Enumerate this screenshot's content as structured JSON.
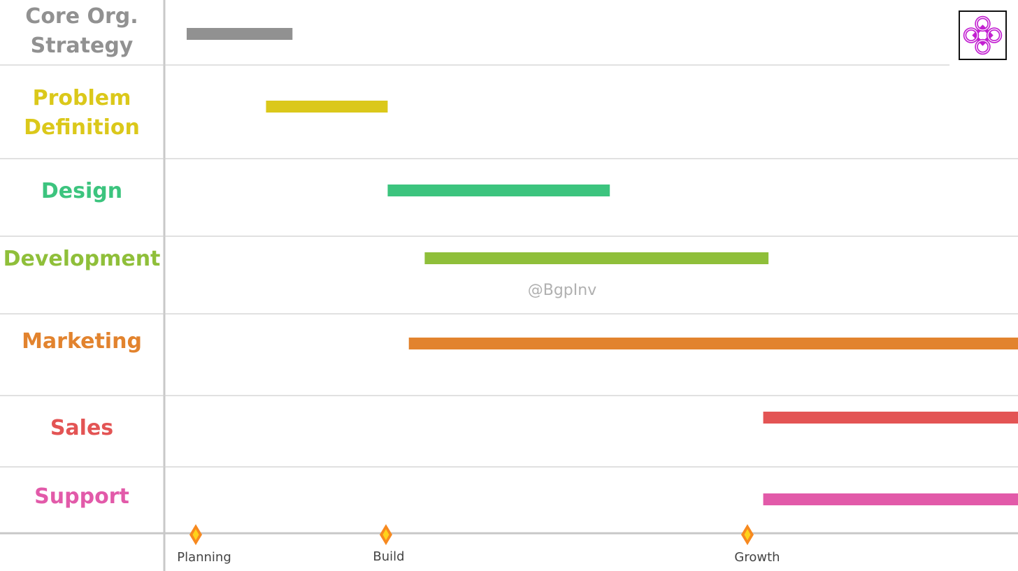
{
  "lanes": [
    {
      "label": "Core Org.\nStrategy",
      "color": "#919191",
      "start": 0.0,
      "end": 1.0
    },
    {
      "label": "Problem\nDefinition",
      "color": "#dbc81a",
      "start": 0.75,
      "end": 1.9
    },
    {
      "label": "Design",
      "color": "#3cc47e",
      "start": 1.9,
      "end": 4.0
    },
    {
      "label": "Development",
      "color": "#8fbf3a",
      "start": 2.25,
      "end": 5.5
    },
    {
      "label": "Marketing",
      "color": "#e2832e",
      "start": 2.1,
      "end": 8.0
    },
    {
      "label": "Sales",
      "color": "#e35454",
      "start": 5.45,
      "end": 8.0
    },
    {
      "label": "Support",
      "color": "#e25aa9",
      "start": 5.45,
      "end": 8.0
    }
  ],
  "milestones": [
    {
      "label": "Planning",
      "color": "#f7891f"
    },
    {
      "label": "Build",
      "color": "#f7891f"
    },
    {
      "label": "Growth",
      "color": "#f7891f"
    }
  ],
  "watermark": "@BgpInv",
  "logo": {
    "icon": "quatrefoil-knot-icon",
    "color": "#c21fd1"
  }
}
